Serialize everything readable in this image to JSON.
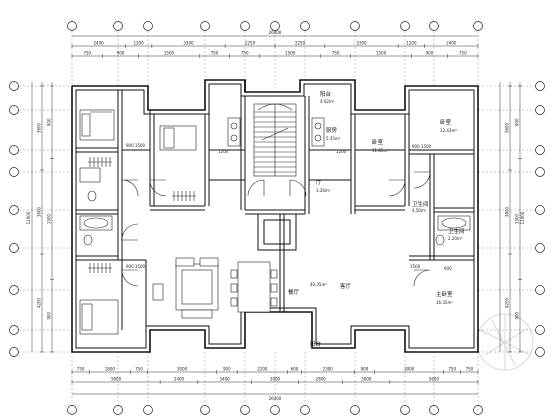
{
  "dimensions": {
    "top_overall": "26400",
    "top_row2": [
      "2400",
      "1200",
      "3300",
      "2250",
      "2250",
      "3300",
      "1200",
      "2400"
    ],
    "top_row3": [
      "750",
      "900",
      "1500",
      "750",
      "750",
      "1500",
      "750",
      "1500",
      "900",
      "750"
    ],
    "bottom_overall": "26400",
    "bottom_row2": [
      "5600",
      "2400",
      "3400",
      "3000",
      "2800",
      "3000",
      "5600"
    ],
    "bottom_row3": [
      "750",
      "1800",
      "750",
      "3000",
      "900",
      "2200",
      "600",
      "2300",
      "900",
      "3000",
      "750",
      "750"
    ],
    "left_overall": "12000",
    "left_row2": [
      "3600",
      "3600",
      "4200"
    ],
    "left_row3": [
      "900",
      "1500",
      "900"
    ],
    "right_overall": "12000",
    "right_row2": [
      "3600",
      "3600",
      "4200"
    ],
    "right_row3": [
      "900",
      "1500",
      "900"
    ]
  },
  "rooms": [
    {
      "name": "卧室",
      "area": "11.85m²"
    },
    {
      "name": "卧室",
      "area": "12.43m²"
    },
    {
      "name": "卫生间",
      "area": "4.50m²"
    },
    {
      "name": "客厅",
      "area": "40.35m²"
    },
    {
      "name": "餐厅",
      "area": ""
    },
    {
      "name": "主卧室",
      "area": "16.35m²"
    },
    {
      "name": "厨房",
      "area": "5.35m²"
    },
    {
      "name": "阳台",
      "area": "4.02m²"
    },
    {
      "name": "厅",
      "area": "3.26m²"
    },
    {
      "name": "卫生间",
      "area": "2.20m²"
    },
    {
      "name": "阳台",
      "area": ""
    }
  ],
  "window_tags": [
    "900 1500",
    "900 1500",
    "1200",
    "1200",
    "900",
    "1500",
    "900 1500"
  ],
  "colors": {
    "line": "#111111",
    "background": "#ffffff",
    "watermark": "#d6d6d6"
  }
}
